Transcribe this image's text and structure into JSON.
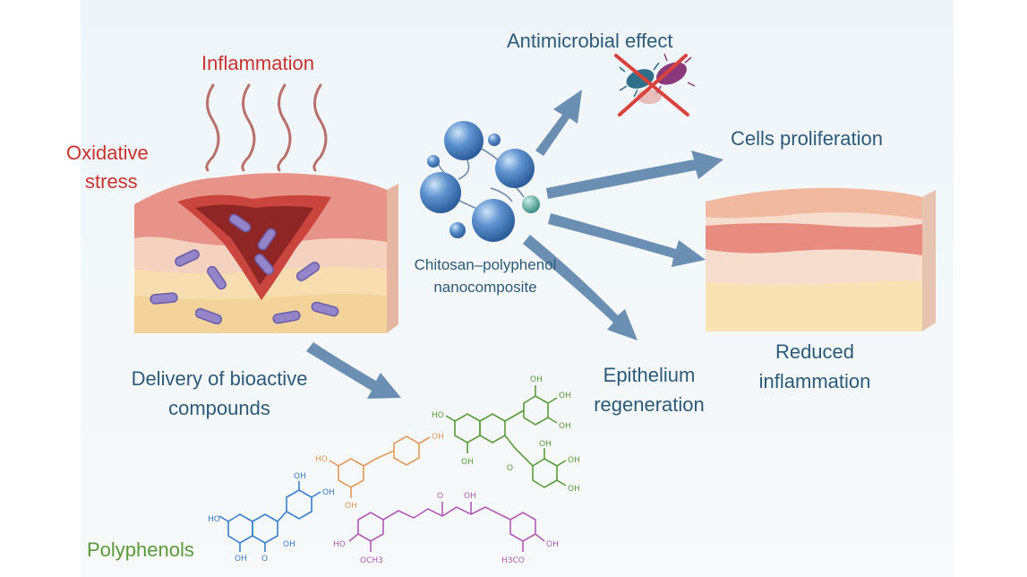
{
  "labels": {
    "inflammation": "Inflammation",
    "oxidative_stress_1": "Oxidative",
    "oxidative_stress_2": "stress",
    "antimicrobial": "Antimicrobial effect",
    "cells_proliferation": "Cells proliferation",
    "nano_1": "Chitosan–polyphenol",
    "nano_2": "nanocomposite",
    "delivery_1": "Delivery of bioactive",
    "delivery_2": "compounds",
    "epithelium_1": "Epithelium",
    "epithelium_2": "regeneration",
    "reduced_1": "Reduced",
    "reduced_2": "inflammation",
    "polyphenols": "Polyphenols"
  },
  "molecule_labels": {
    "oh": "OH",
    "ho": "HO",
    "o": "O",
    "och3": "OCH3",
    "h3co": "H3CO"
  },
  "colors": {
    "red_text": "#c8322f",
    "blue_text": "#2c5a78",
    "green_text": "#5a9a3a",
    "arrow": "#5f86aa",
    "sphere": "#4a7fc0",
    "bacteria": "#8a7cc0"
  }
}
